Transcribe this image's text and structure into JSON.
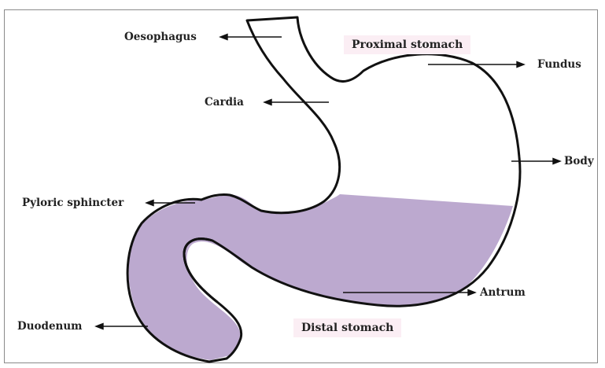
{
  "labels": {
    "oesophagus": "Oesophagus",
    "cardia": "Cardia",
    "pyloric_sphincter": "Pyloric sphincter",
    "duodenum": "Duodenum",
    "fundus": "Fundus",
    "body": "Body",
    "antrum": "Antrum",
    "proximal_stomach": "Proximal stomach",
    "distal_stomach": "Distal stomach"
  },
  "colors": {
    "distal_fill": "#bca9cf",
    "outline": "#111111",
    "region_box": "#fbeef4"
  }
}
